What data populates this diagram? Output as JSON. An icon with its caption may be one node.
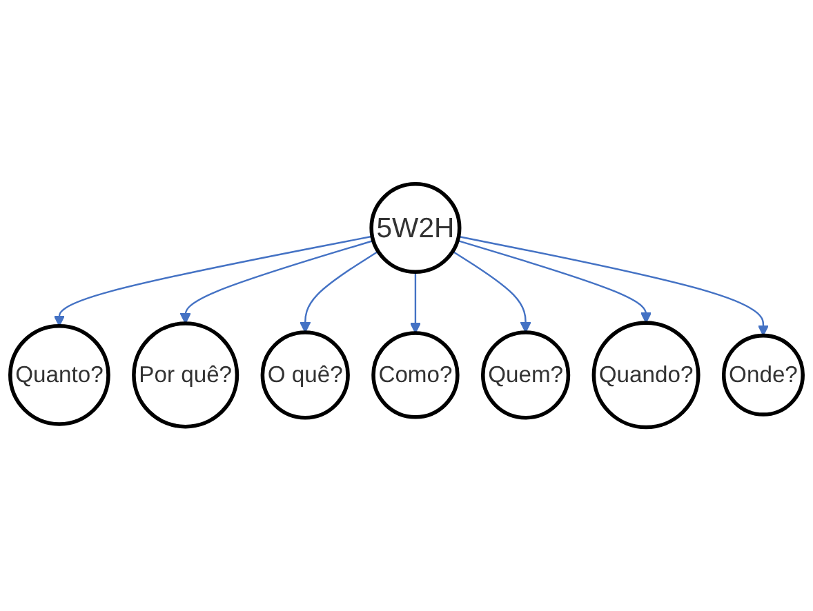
{
  "diagram": {
    "nodes": [
      {
        "text": [
          "5W2H"
        ]
      },
      {
        "text": [
          "Quanto?"
        ]
      },
      {
        "text": [
          "Por quê?"
        ]
      },
      {
        "text": [
          "O quê?"
        ]
      },
      {
        "text": [
          "Como?"
        ]
      },
      {
        "text": [
          "Quem?"
        ]
      },
      {
        "text": [
          "Quando?"
        ]
      },
      {
        "text": [
          "Onde?"
        ]
      }
    ],
    "edges": [
      {
        "from": 0,
        "to": 1,
        "arrow": "to"
      },
      {
        "from": 0,
        "to": 2,
        "arrow": "to"
      },
      {
        "from": 0,
        "to": 3,
        "arrow": "to"
      },
      {
        "from": 0,
        "to": 4,
        "arrow": "to"
      },
      {
        "from": 0,
        "to": 5,
        "arrow": "to"
      },
      {
        "from": 0,
        "to": 6,
        "arrow": "to"
      },
      {
        "from": 0,
        "to": 7,
        "arrow": "to"
      }
    ]
  }
}
